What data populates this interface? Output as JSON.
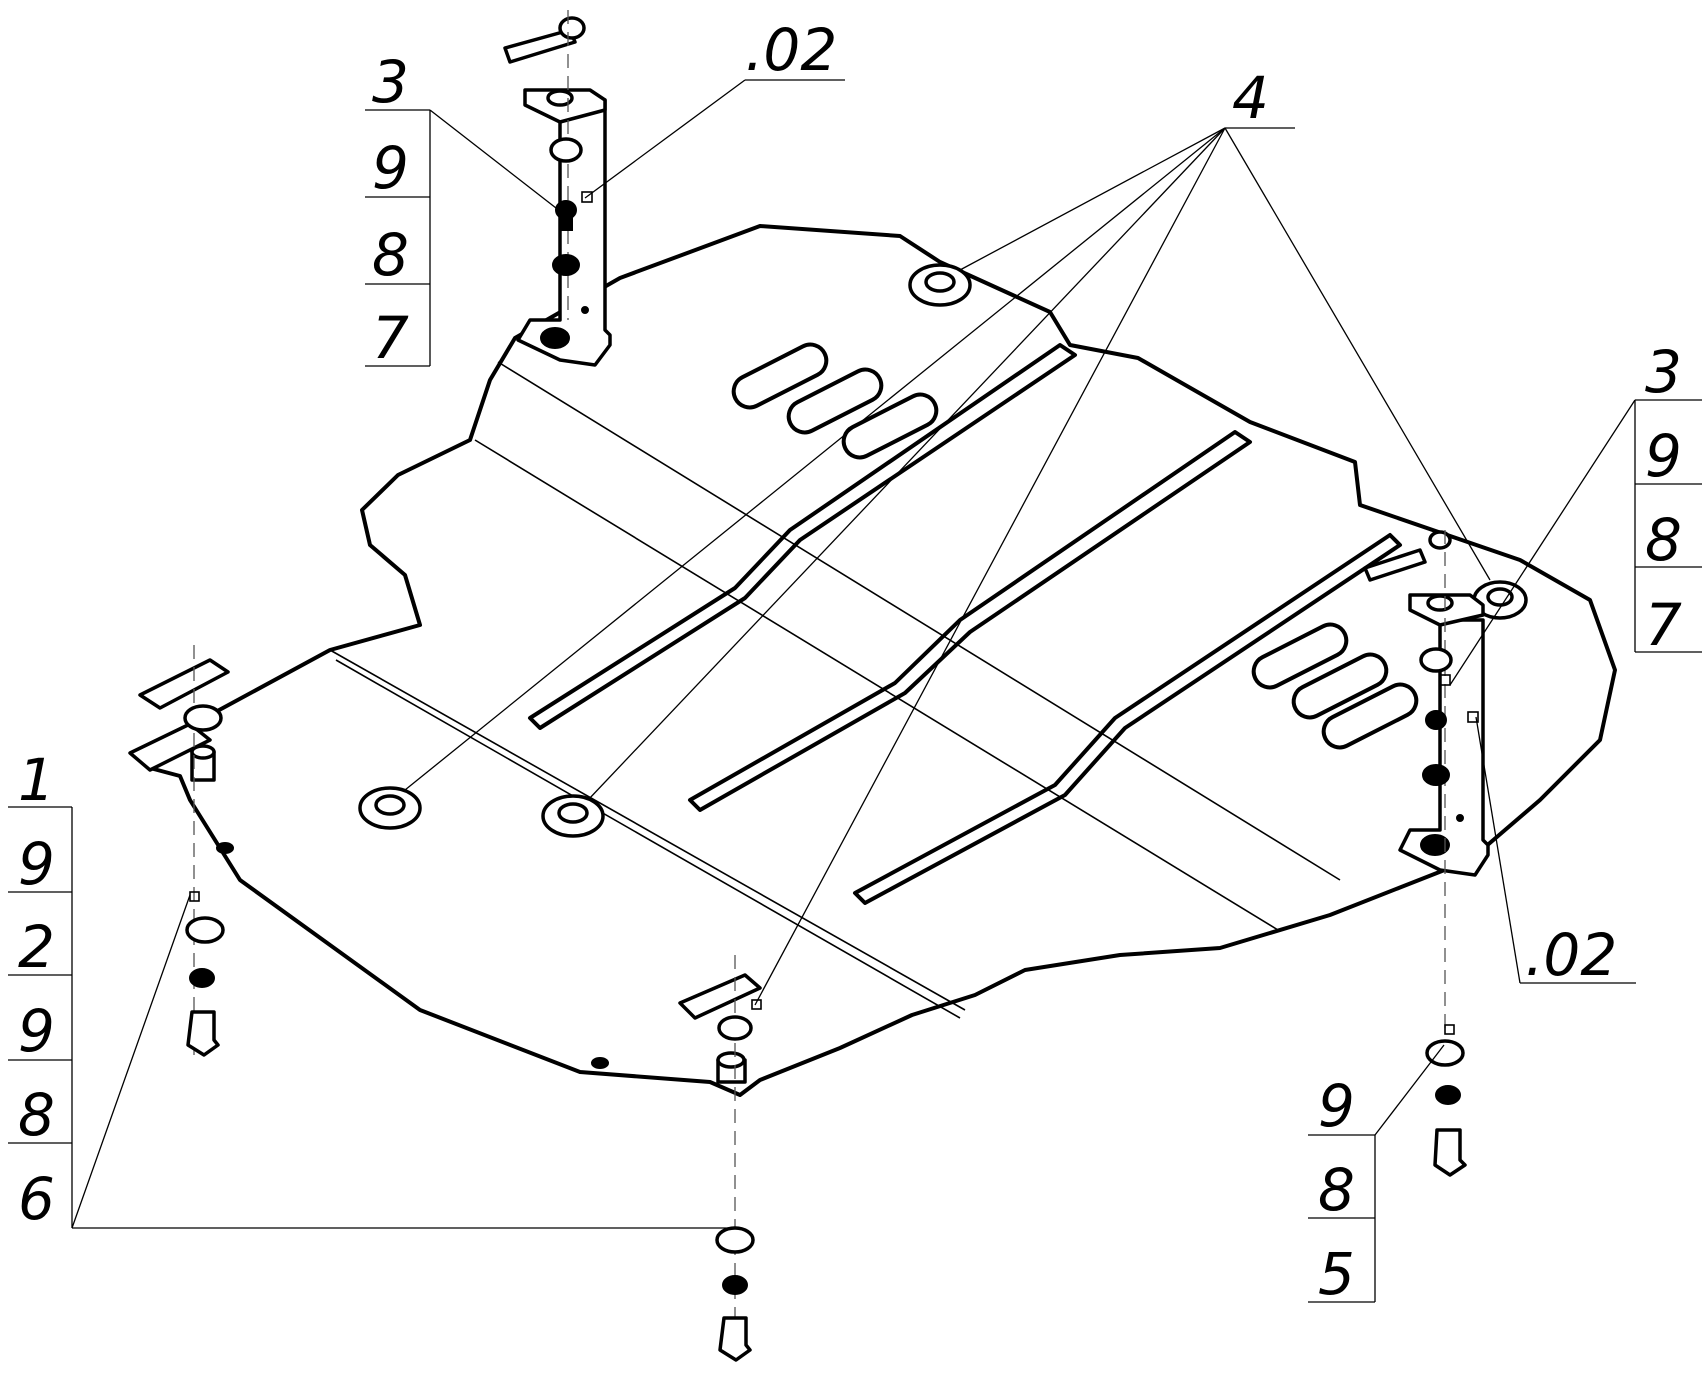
{
  "diagram": {
    "callouts": {
      "top_left_stack": [
        "3",
        "9",
        "8",
        "7"
      ],
      "top_left_ref": ".02",
      "top_center": "4",
      "right_stack": [
        "3",
        "9",
        "8",
        "7"
      ],
      "right_ref": ".02",
      "left_stack": [
        "1",
        "9",
        "2",
        "9",
        "8",
        "6"
      ],
      "bottom_right_stack": [
        "9",
        "8",
        "5"
      ]
    }
  }
}
